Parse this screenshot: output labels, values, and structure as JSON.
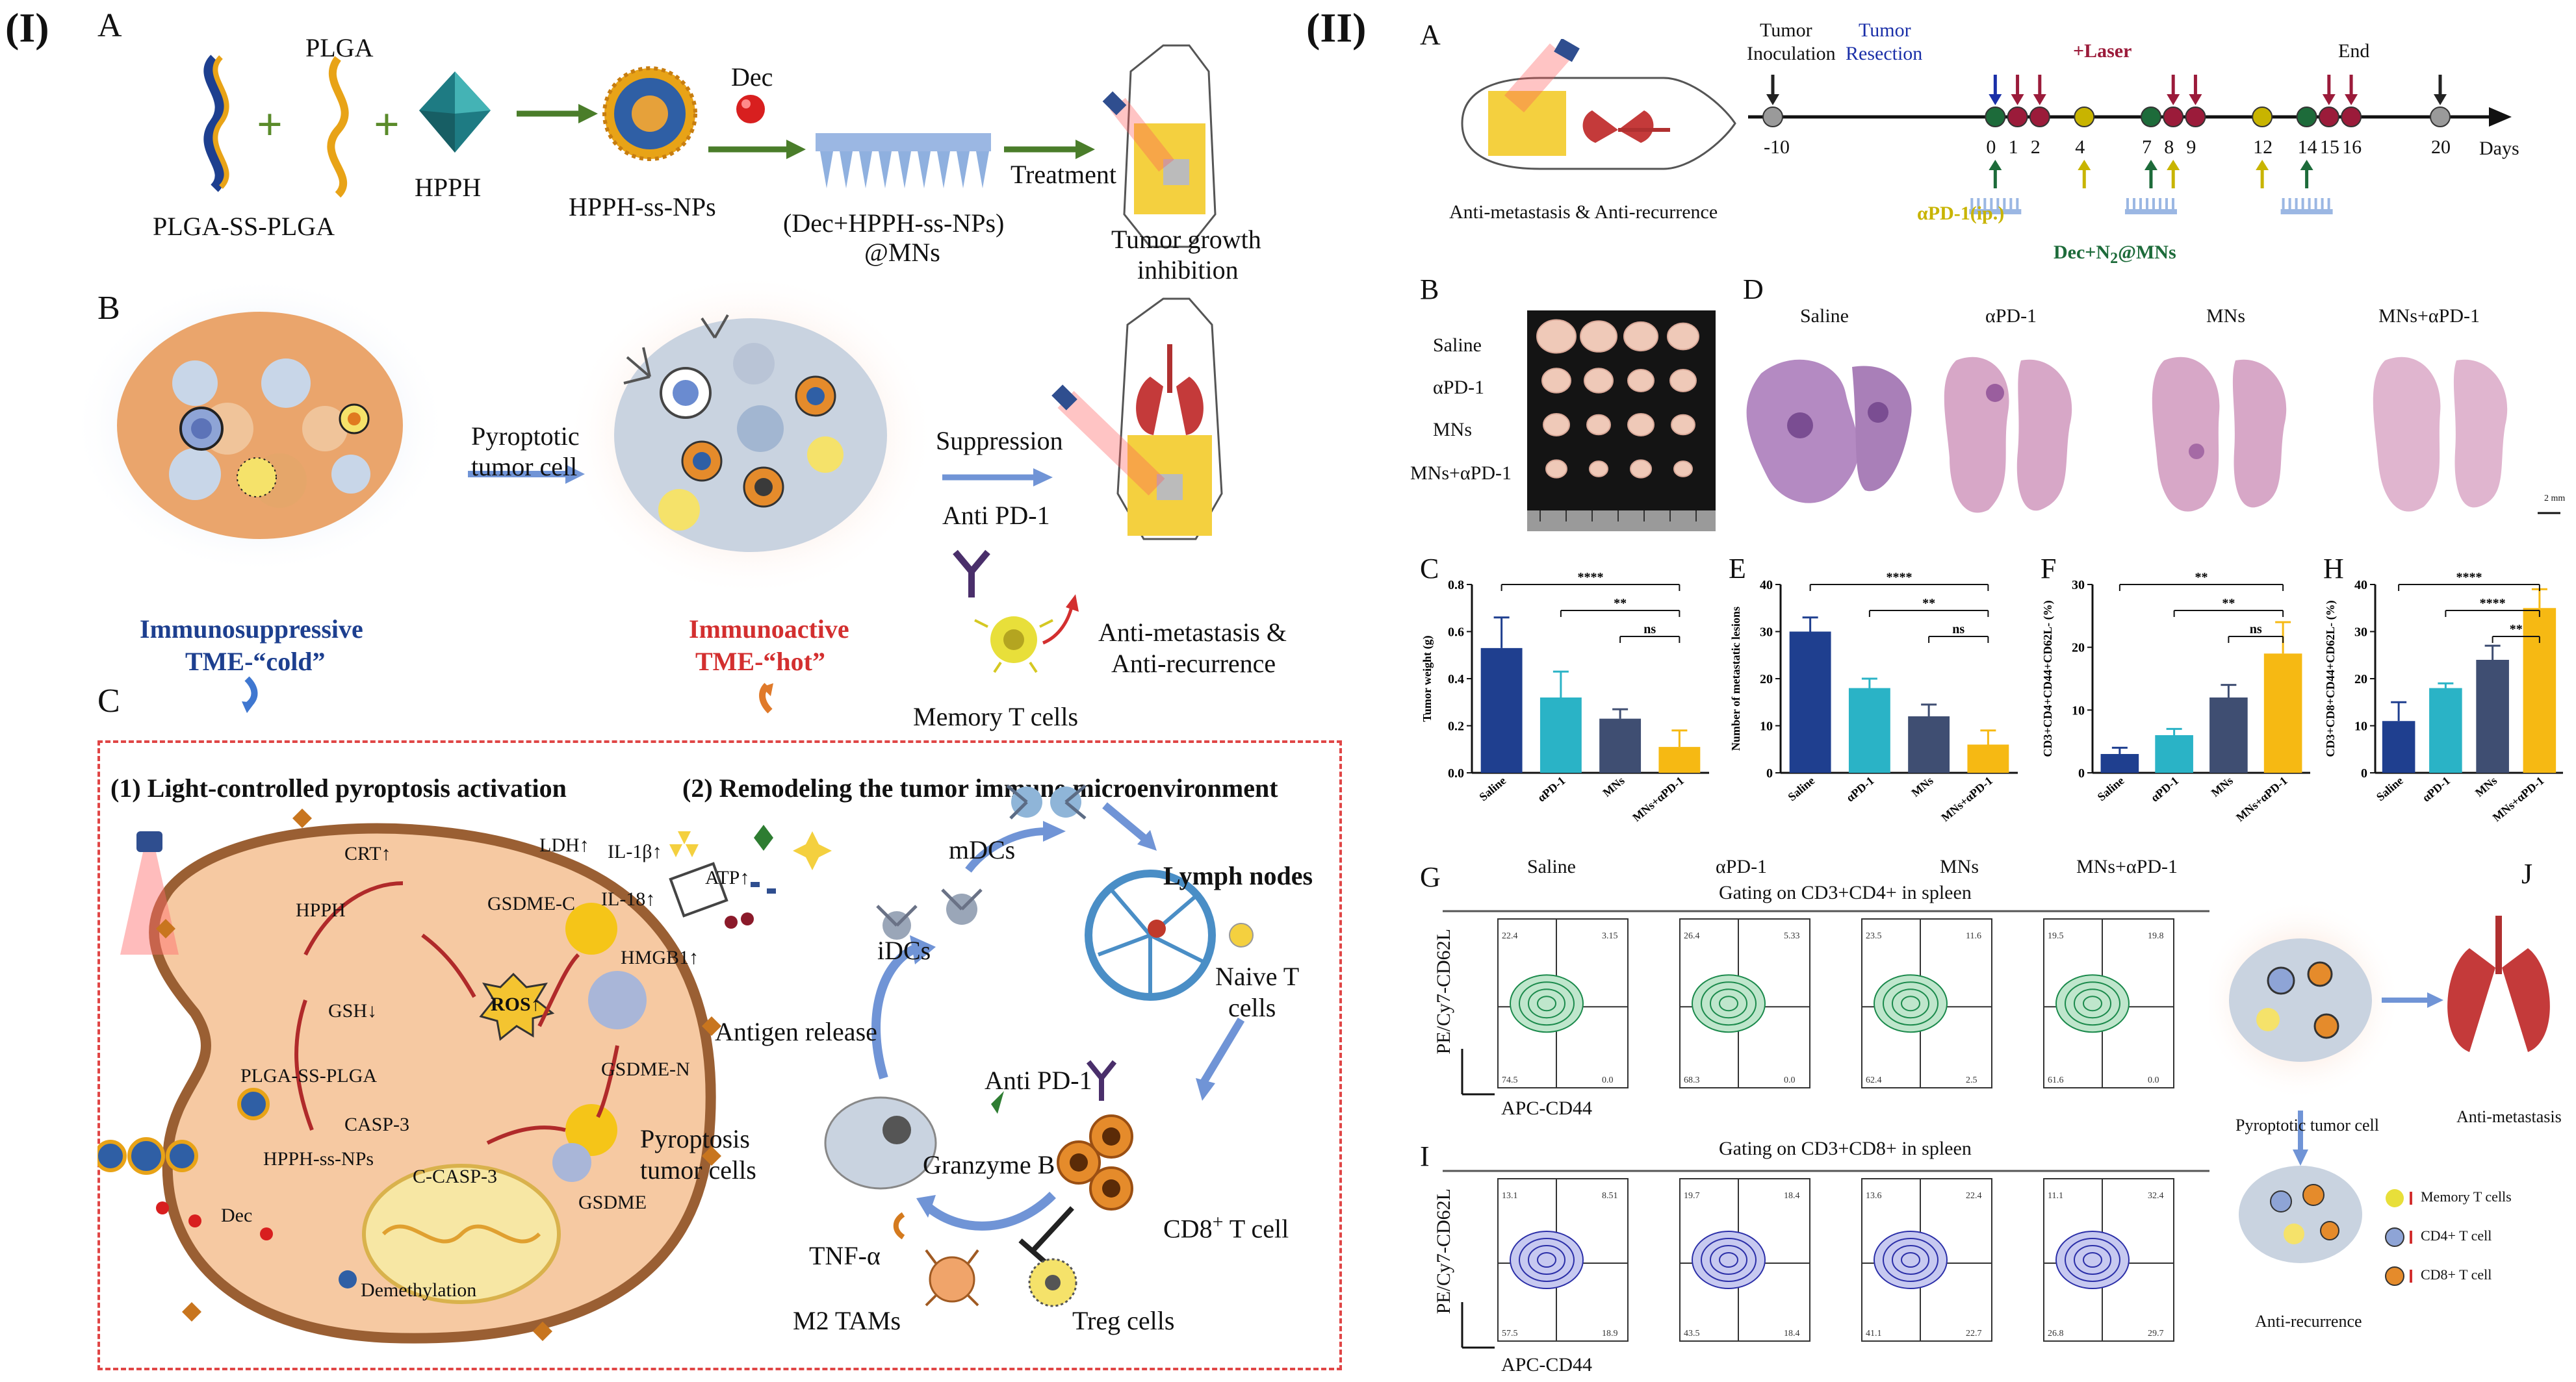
{
  "part1": {
    "label": "(I)",
    "panelA": {
      "letter": "A",
      "plga": "PLGA",
      "plga_ss": "PLGA-SS-PLGA",
      "hpph": "HPPH",
      "nps": "HPPH-ss-NPs",
      "dec": "Dec",
      "mns_1": "(Dec+HPPH-ss-NPs)",
      "mns_2": "@MNs",
      "treatment": "Treatment",
      "inhib_1": "Tumor growth",
      "inhib_2": "inhibition"
    },
    "panelB": {
      "letter": "B",
      "pyro_1": "Pyroptotic",
      "pyro_2": "tumor cell",
      "supp": "Suppression",
      "antipd1": "Anti PD-1",
      "cold_1": "Immunosuppressive",
      "cold_2": "TME-“cold”",
      "hot_1": "Immunoactive",
      "hot_2": "TME-“hot”",
      "antimeta_1": "Anti-metastasis &",
      "antimeta_2": "Anti-recurrence",
      "memory": "Memory T cells"
    },
    "panelC": {
      "letter": "C",
      "h1": "(1) Light-controlled pyroptosis activation",
      "h2": "(2) Remodeling the tumor immune microenvironment",
      "crt": "CRT↑",
      "ldh": "LDH↑",
      "il1b": "IL-1β↑",
      "il18": "IL-18↑",
      "atp": "ATP↑",
      "hmgb1": "HMGB1↑",
      "hpph": "HPPH",
      "gsdmec": "GSDME-C",
      "gsh": "GSH↓",
      "ros": "ROS↑",
      "plgass": "PLGA-SS-PLGA",
      "gsdmen": "GSDME-N",
      "casp3": "CASP-3",
      "ccasp3": "C-CASP-3",
      "nps": "HPPH-ss-NPs",
      "dec": "Dec",
      "gsdme": "GSDME",
      "demeth": "Demethylation",
      "mdcs": "mDCs",
      "idcs": "iDCs",
      "lymph": "Lymph nodes",
      "naive_1": "Naive T",
      "naive_2": "cells",
      "antigen": "Antigen release",
      "antipd1": "Anti PD-1",
      "pyrocells_1": "Pyroptosis",
      "pyrocells_2": "tumor cells",
      "granzyme": "Granzyme B",
      "tnf": "TNF-α",
      "cd8": "CD8",
      "cd8_sup": "+",
      "cd8_rest": " T cell",
      "m2": "M2 TAMs",
      "treg": "Treg cells"
    }
  },
  "part2": {
    "label": "(II)",
    "panelA": {
      "letter": "A",
      "caption": "Anti-metastasis & Anti-recurrence",
      "tumor_inoc_1": "Tumor",
      "tumor_inoc_2": "Inoculation",
      "resect_1": "Tumor",
      "resect_2": "Resection",
      "laser": "+Laser",
      "end": "End",
      "days": "Days",
      "apd1": "αPD-1(ip.)",
      "mns": "Dec+N",
      "mns_sub": "2",
      "mns_tail": "@MNs",
      "ticks": [
        "-10",
        "0",
        "1",
        "2",
        "4",
        "7",
        "8",
        "9",
        "12",
        "14",
        "15",
        "16",
        "20"
      ]
    },
    "panelB": {
      "letter": "B",
      "rows": [
        "Saline",
        "αPD-1",
        "MNs",
        "MNs+αPD-1"
      ]
    },
    "panelD": {
      "letter": "D",
      "titles": [
        "Saline",
        "αPD-1",
        "MNs",
        "MNs+αPD-1"
      ],
      "scale": "2 mm"
    },
    "groups": [
      "Saline",
      "αPD-1",
      "MNs",
      "MNs+αPD-1"
    ],
    "colors": {
      "saline": "#1f3f8f",
      "apd1": "#2ab3c6",
      "mns": "#3f4e72",
      "combo": "#f6b913",
      "red_arrow": "#9b1b3a",
      "olive": "#c8b400",
      "green": "#1d6b3a",
      "blue_tick": "#1a2fa8"
    },
    "panelC": {
      "letter": "C",
      "ylabel": "Tumor weight (g)",
      "ticks": [
        "0.0",
        "0.2",
        "0.4",
        "0.6",
        "0.8"
      ],
      "sig": [
        "****",
        "**",
        "ns"
      ]
    },
    "panelE": {
      "letter": "E",
      "ylabel": "Number of metastatic lesions",
      "ticks": [
        "0",
        "10",
        "20",
        "30",
        "40"
      ],
      "sig": [
        "****",
        "**",
        "ns"
      ]
    },
    "panelF": {
      "letter": "F",
      "ylabel": "CD3+CD4+CD44+CD62L- (%)",
      "ticks": [
        "0",
        "10",
        "20",
        "30"
      ],
      "sig": [
        "**",
        "**",
        "ns"
      ]
    },
    "panelH": {
      "letter": "H",
      "ylabel": "CD3+CD8+CD44+CD62L- (%)",
      "ticks": [
        "0",
        "10",
        "20",
        "30",
        "40"
      ],
      "sig": [
        "****",
        "****",
        "**"
      ]
    },
    "panelG": {
      "letter": "G",
      "gating": "Gating on CD3+CD4+ in spleen",
      "titles": [
        "Saline",
        "αPD-1",
        "MNs",
        "MNs+αPD-1"
      ],
      "q1": [
        "22.4",
        "26.4",
        "23.5",
        "19.5"
      ],
      "q2": [
        "3.15",
        "5.33",
        "11.6",
        "19.8"
      ],
      "q3": [
        "74.5",
        "68.3",
        "62.4",
        "61.6"
      ],
      "q4": [
        "0.0",
        "0.0",
        "2.5",
        "0.0"
      ],
      "yaxis": "PE/Cy7-CD62L",
      "xaxis": "APC-CD44"
    },
    "panelI": {
      "letter": "I",
      "gating": "Gating on CD3+CD8+ in spleen",
      "q1": [
        "13.1",
        "19.7",
        "13.6",
        "11.1"
      ],
      "q2": [
        "8.51",
        "18.4",
        "22.4",
        "32.4"
      ],
      "q3": [
        "57.5",
        "43.5",
        "41.1",
        "26.8"
      ],
      "q4": [
        "18.9",
        "18.4",
        "22.7",
        "29.7"
      ],
      "yaxis": "PE/Cy7-CD62L",
      "xaxis": "APC-CD44"
    },
    "panelJ": {
      "letter": "J",
      "pyro": "Pyroptotic tumor cell",
      "antimeta": "Anti-metastasis",
      "antirec": "Anti-recurrence",
      "legend": [
        "Memory T cells",
        "CD4+ T cell",
        "CD8+ T cell"
      ]
    }
  },
  "chart_data": [
    {
      "type": "bar",
      "title": "",
      "ylabel": "Tumor weight (g)",
      "categories": [
        "Saline",
        "αPD-1",
        "MNs",
        "MNs+αPD-1"
      ],
      "values": [
        0.53,
        0.32,
        0.23,
        0.11
      ],
      "errors": [
        0.13,
        0.11,
        0.04,
        0.07
      ],
      "ylim": [
        0,
        0.8
      ]
    },
    {
      "type": "bar",
      "title": "",
      "ylabel": "Number of metastatic lesions",
      "categories": [
        "Saline",
        "αPD-1",
        "MNs",
        "MNs+αPD-1"
      ],
      "values": [
        30,
        18,
        12,
        6
      ],
      "errors": [
        3,
        2,
        2.5,
        3
      ],
      "ylim": [
        0,
        40
      ]
    },
    {
      "type": "bar",
      "title": "",
      "ylabel": "CD3+CD4+CD44+CD62L- (%)",
      "categories": [
        "Saline",
        "αPD-1",
        "MNs",
        "MNs+αPD-1"
      ],
      "values": [
        3,
        6,
        12,
        19
      ],
      "errors": [
        1,
        1,
        2,
        5
      ],
      "ylim": [
        0,
        30
      ]
    },
    {
      "type": "bar",
      "title": "",
      "ylabel": "CD3+CD8+CD44+CD62L- (%)",
      "categories": [
        "Saline",
        "αPD-1",
        "MNs",
        "MNs+αPD-1"
      ],
      "values": [
        11,
        18,
        24,
        35
      ],
      "errors": [
        4,
        1,
        3,
        4
      ],
      "ylim": [
        0,
        40
      ]
    }
  ]
}
